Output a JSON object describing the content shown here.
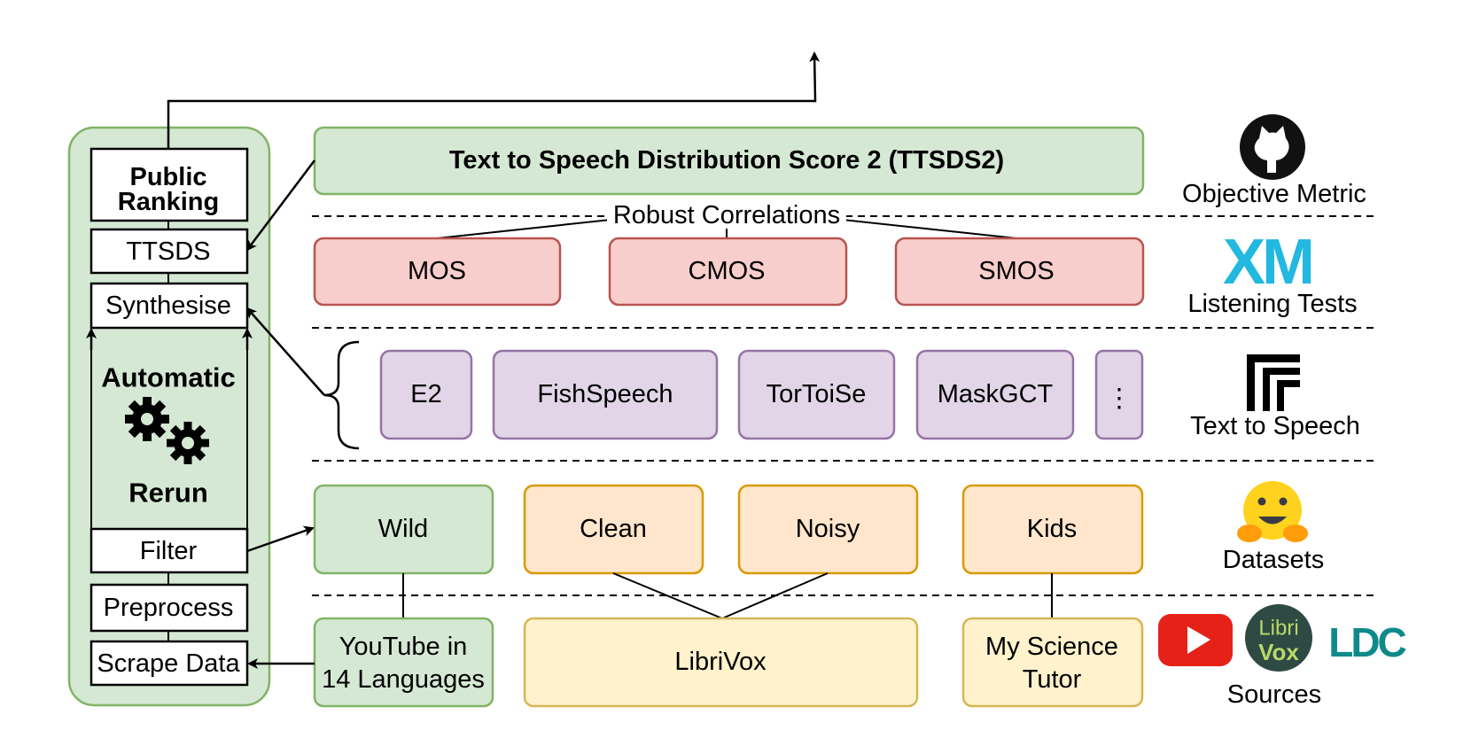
{
  "pipeline": {
    "public_ranking_line1": "Public",
    "public_ranking_line2": "Ranking",
    "ttsds": "TTSDS",
    "synthesise": "Synthesise",
    "automatic": "Automatic",
    "rerun": "Rerun",
    "filter": "Filter",
    "preprocess": "Preprocess",
    "scrape_data": "Scrape Data"
  },
  "metric": {
    "title": "Text to Speech Distribution Score 2 (TTSDS2)",
    "correlations_label": "Robust Correlations"
  },
  "listening_tests": [
    "MOS",
    "CMOS",
    "SMOS"
  ],
  "tts_systems": [
    "E2",
    "FishSpeech",
    "TorToiSe",
    "MaskGCT",
    "⋮"
  ],
  "datasets": [
    "Wild",
    "Clean",
    "Noisy",
    "Kids"
  ],
  "sources": {
    "youtube_line1": "YouTube in",
    "youtube_line2": "14 Languages",
    "librivox": "LibriVox",
    "mst_line1": "My Science",
    "mst_line2": "Tutor"
  },
  "row_labels": {
    "objective_metric": "Objective Metric",
    "listening_tests": "Listening Tests",
    "text_to_speech": "Text to Speech",
    "datasets": "Datasets",
    "sources": "Sources"
  },
  "logos": {
    "xm": "XM",
    "libri": "Libri",
    "vox": "Vox",
    "ldc": "LDC"
  },
  "colors": {
    "green_fill": "#d5e8d4",
    "green_stroke": "#82b366",
    "red_fill": "#f8cecc",
    "red_stroke": "#b85450",
    "purple_fill": "#e1d5e7",
    "purple_stroke": "#9673a6",
    "orange_fill": "#ffe6cc",
    "orange_stroke": "#d79b00",
    "yellow_fill": "#fff2cc",
    "yellow_stroke": "#d6b656"
  }
}
